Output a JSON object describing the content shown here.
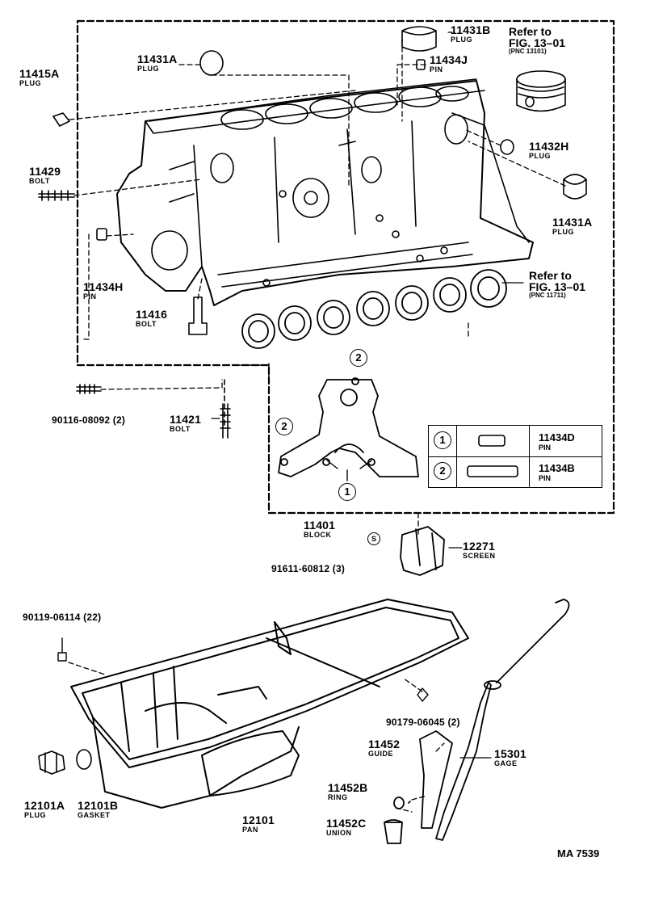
{
  "refs": {
    "top": {
      "line1": "Refer to",
      "line2": "FIG. 13–01",
      "pnc": "(PNC 13101)"
    },
    "bearing": {
      "line1": "Refer to",
      "line2": "FIG. 13–01",
      "pnc": "(PNC 11711)"
    }
  },
  "parts": {
    "p11415A": {
      "pn": "11415A",
      "name": "PLUG"
    },
    "p11431A_top": {
      "pn": "11431A",
      "name": "PLUG"
    },
    "p11431B": {
      "pn": "11431B",
      "name": "PLUG"
    },
    "p11434J": {
      "pn": "11434J",
      "name": "PIN"
    },
    "p11432H": {
      "pn": "11432H",
      "name": "PLUG"
    },
    "p11431A_right": {
      "pn": "11431A",
      "name": "PLUG"
    },
    "p11429": {
      "pn": "11429",
      "name": "BOLT"
    },
    "p11434H": {
      "pn": "11434H",
      "name": "PIN"
    },
    "p11416": {
      "pn": "11416",
      "name": "BOLT"
    },
    "p90116": {
      "pn": "90116-08092 (2)"
    },
    "p11421": {
      "pn": "11421",
      "name": "BOLT"
    },
    "p11401": {
      "pn": "11401",
      "name": "BLOCK"
    },
    "p91611": {
      "pn": "91611-60812 (3)"
    },
    "p12271": {
      "pn": "12271",
      "name": "SCREEN"
    },
    "p90119": {
      "pn": "90119-06114 (22)"
    },
    "p90179": {
      "pn": "90179-06045 (2)"
    },
    "p11452": {
      "pn": "11452",
      "name": "GUIDE"
    },
    "p15301": {
      "pn": "15301",
      "name": "GAGE"
    },
    "p11452B": {
      "pn": "11452B",
      "name": "RING"
    },
    "p11452C": {
      "pn": "11452C",
      "name": "UNION"
    },
    "p12101A": {
      "pn": "12101A",
      "name": "PLUG"
    },
    "p12101B": {
      "pn": "12101B",
      "name": "GASKET"
    },
    "p12101": {
      "pn": "12101",
      "name": "PAN"
    }
  },
  "callouts": {
    "one": "1",
    "two": "2",
    "screw_mark": "S"
  },
  "legend": [
    {
      "key": "1",
      "pn": "11434D",
      "name": "PIN"
    },
    {
      "key": "2",
      "pn": "11434B",
      "name": "PIN"
    }
  ],
  "figure_code": "MA 7539"
}
